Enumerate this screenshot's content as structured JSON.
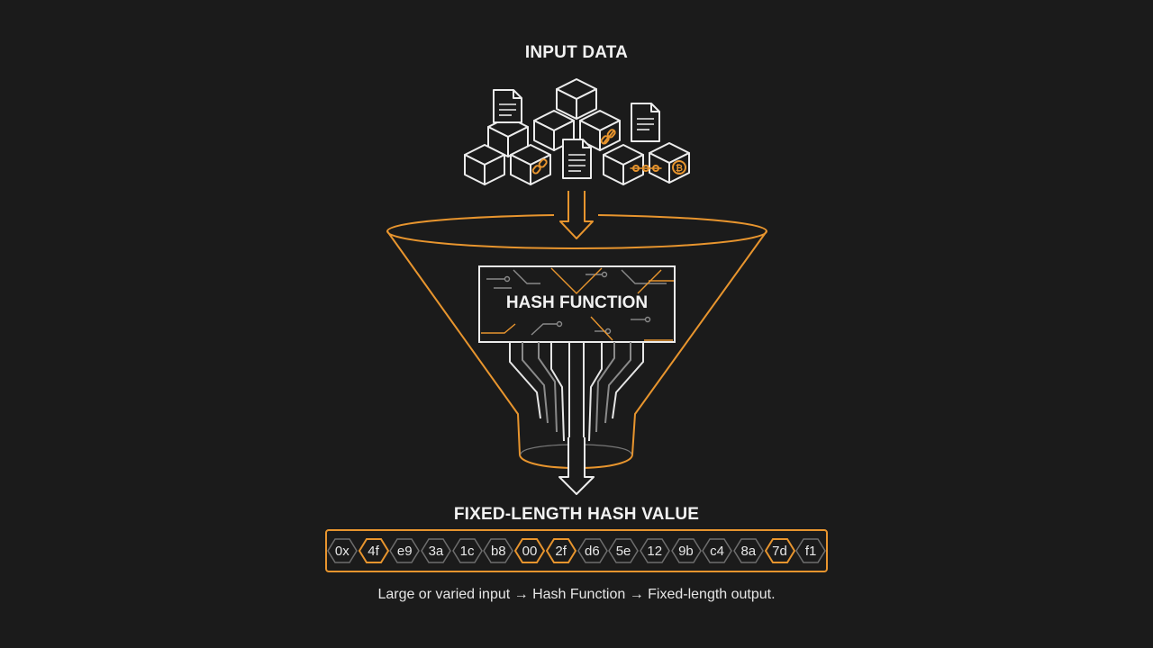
{
  "diagram": {
    "input_title": "INPUT DATA",
    "hash_title": "HASH FUNCTION",
    "output_title": "FIXED-LENGTH HASH VALUE",
    "caption": "Large or varied input → Hash Function → Fixed-length output.",
    "hash_bytes": [
      {
        "text": "0x",
        "highlight": false
      },
      {
        "text": "4f",
        "highlight": true
      },
      {
        "text": "e9",
        "highlight": false
      },
      {
        "text": "3a",
        "highlight": false
      },
      {
        "text": "1c",
        "highlight": false
      },
      {
        "text": "b8",
        "highlight": false
      },
      {
        "text": "00",
        "highlight": true
      },
      {
        "text": "2f",
        "highlight": true
      },
      {
        "text": "d6",
        "highlight": false
      },
      {
        "text": "5e",
        "highlight": false
      },
      {
        "text": "12",
        "highlight": false
      },
      {
        "text": "9b",
        "highlight": false
      },
      {
        "text": "c4",
        "highlight": false
      },
      {
        "text": "8a",
        "highlight": false
      },
      {
        "text": "7d",
        "highlight": true
      },
      {
        "text": "f1",
        "highlight": false
      }
    ]
  },
  "colors": {
    "background": "#1b1b1b",
    "accent": "#e8952e",
    "line": "#e6e6e6",
    "muted": "#8a8a8a"
  }
}
